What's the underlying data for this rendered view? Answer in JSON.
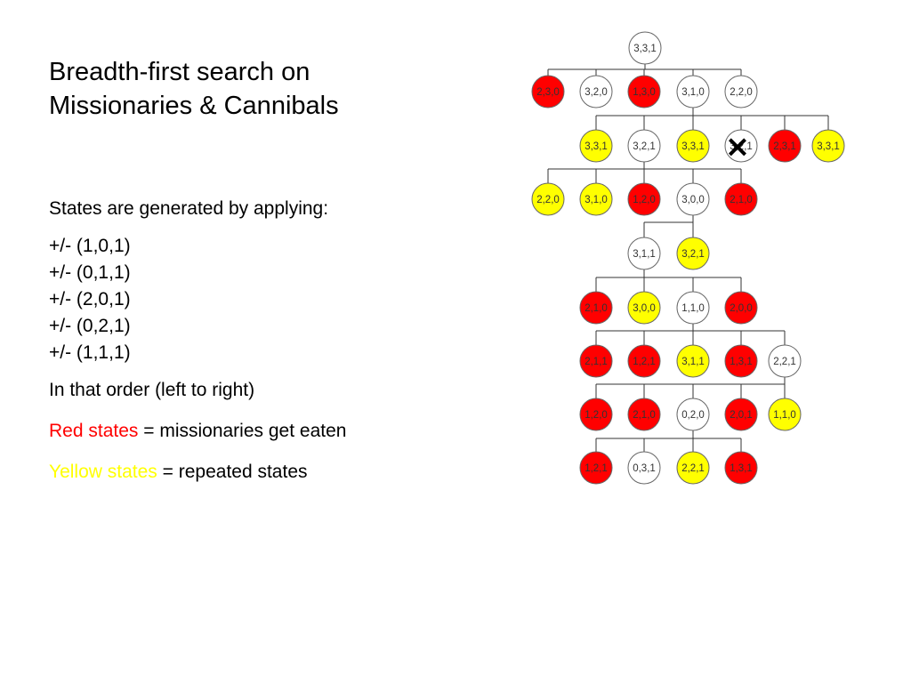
{
  "title": {
    "line1": "Breadth-first search on",
    "line2": "Missionaries & Cannibals"
  },
  "intro": "States are generated by applying:",
  "operators": [
    "+/- (1,0,1)",
    "+/- (0,1,1)",
    "+/- (2,0,1)",
    "+/- (0,2,1)",
    "+/- (1,1,1)"
  ],
  "order_note": "In that order (left to right)",
  "legend": {
    "red_term": "Red states",
    "red_desc": " = missionaries get eaten",
    "yellow_term": "Yellow states",
    "yellow_desc": " = repeated states"
  },
  "colors": {
    "red": "#ff0000",
    "yellow": "#ffff00",
    "white": "#ffffff"
  },
  "cross_mark": "×",
  "tree": {
    "rows": [
      [
        {
          "label": "3,3,1",
          "color": "white"
        }
      ],
      [
        {
          "label": "2,3,0",
          "color": "red"
        },
        {
          "label": "3,2,0",
          "color": "white"
        },
        {
          "label": "1,3,0",
          "color": "red"
        },
        {
          "label": "3,1,0",
          "color": "white"
        },
        {
          "label": "2,2,0",
          "color": "white"
        }
      ],
      [
        {
          "label": "3,3,1",
          "color": "yellow"
        },
        {
          "label": "3,2,1",
          "color": "white"
        },
        {
          "label": "3,3,1",
          "color": "yellow"
        },
        {
          "label": "3,2,1",
          "color": "white",
          "crossed": true
        },
        {
          "label": "2,3,1",
          "color": "red"
        },
        {
          "label": "3,3,1",
          "color": "yellow"
        }
      ],
      [
        {
          "label": "2,2,0",
          "color": "yellow"
        },
        {
          "label": "3,1,0",
          "color": "yellow"
        },
        {
          "label": "1,2,0",
          "color": "red"
        },
        {
          "label": "3,0,0",
          "color": "white"
        },
        {
          "label": "2,1,0",
          "color": "red"
        }
      ],
      [
        {
          "label": "3,1,1",
          "color": "white"
        },
        {
          "label": "3,2,1",
          "color": "yellow"
        }
      ],
      [
        {
          "label": "2,1,0",
          "color": "red"
        },
        {
          "label": "3,0,0",
          "color": "yellow"
        },
        {
          "label": "1,1,0",
          "color": "white"
        },
        {
          "label": "2,0,0",
          "color": "red"
        }
      ],
      [
        {
          "label": "2,1,1",
          "color": "red"
        },
        {
          "label": "1,2,1",
          "color": "red"
        },
        {
          "label": "3,1,1",
          "color": "yellow"
        },
        {
          "label": "1,3,1",
          "color": "red"
        },
        {
          "label": "2,2,1",
          "color": "white"
        }
      ],
      [
        {
          "label": "1,2,0",
          "color": "red"
        },
        {
          "label": "2,1,0",
          "color": "red"
        },
        {
          "label": "0,2,0",
          "color": "white"
        },
        {
          "label": "2,0,1",
          "color": "red"
        },
        {
          "label": "1,1,0",
          "color": "yellow"
        }
      ],
      [
        {
          "label": "1,2,1",
          "color": "red"
        },
        {
          "label": "0,3,1",
          "color": "white"
        },
        {
          "label": "2,2,1",
          "color": "yellow"
        },
        {
          "label": "1,3,1",
          "color": "red"
        }
      ]
    ]
  }
}
